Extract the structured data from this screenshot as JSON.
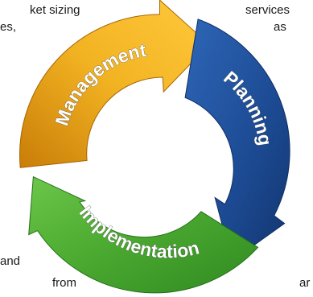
{
  "text_fragments": {
    "top_left_line1": "ket sizing",
    "top_left_line2": "es,",
    "top_right_line1": "services",
    "top_right_line2": "as",
    "bottom_left_line1": "and",
    "bottom_left_line2": "from",
    "bottom_right": "ar"
  },
  "cycle": {
    "stages": [
      {
        "label": "Management",
        "color": "#e8a21a"
      },
      {
        "label": "Planning",
        "color": "#1f4f9a"
      },
      {
        "label": "Implementation",
        "color": "#3f9a2a"
      }
    ]
  }
}
